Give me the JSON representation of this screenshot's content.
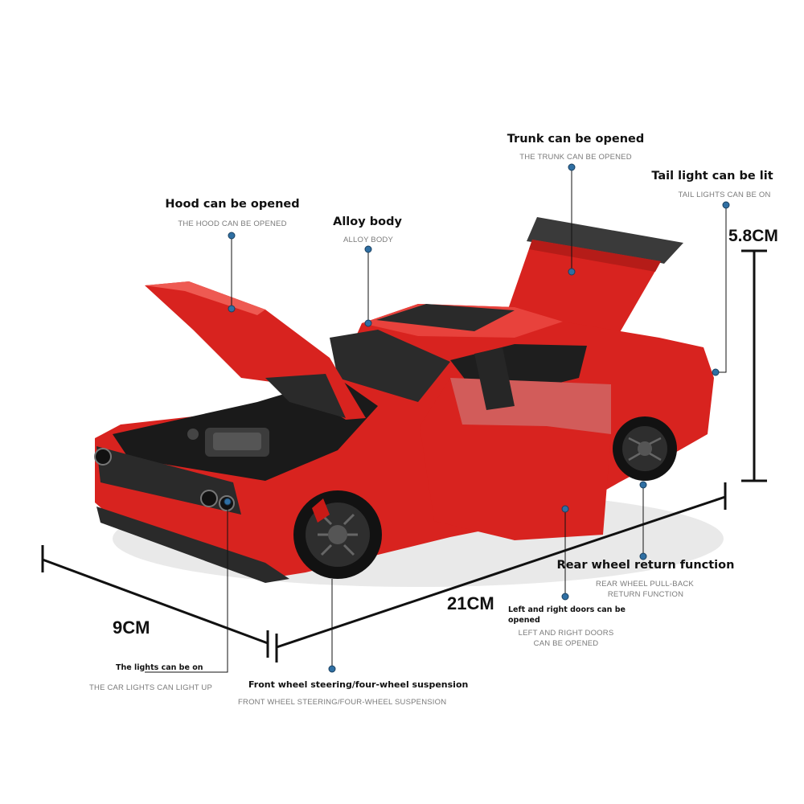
{
  "colors": {
    "car_body": "#d8231f",
    "dot": "#2f6fa3",
    "line": "#111111"
  },
  "callouts": {
    "trunk": {
      "title": "Trunk can be opened",
      "subtitle": "THE TRUNK CAN BE OPENED"
    },
    "tail_light": {
      "title": "Tail light can be lit",
      "subtitle": "TAIL LIGHTS CAN BE ON"
    },
    "hood": {
      "title": "Hood can be opened",
      "subtitle": "THE HOOD CAN BE OPENED"
    },
    "alloy": {
      "title": "Alloy body",
      "subtitle": "ALLOY BODY"
    },
    "rear_wheel": {
      "title": "Rear wheel return function",
      "subtitle_1": "REAR WHEEL PULL-BACK",
      "subtitle_2": "RETURN FUNCTION"
    },
    "doors": {
      "title_1": "Left and right doors can be",
      "title_2": "opened",
      "subtitle_1": "LEFT AND RIGHT DOORS",
      "subtitle_2": "CAN BE OPENED"
    },
    "lights": {
      "title": "The lights can be on",
      "subtitle": "THE CAR LIGHTS CAN LIGHT UP"
    },
    "front_wheel": {
      "title": "Front wheel steering/four-wheel suspension",
      "subtitle": "FRONT WHEEL STEERING/FOUR-WHEEL SUSPENSION"
    }
  },
  "dimensions": {
    "height": "5.8CM",
    "length": "21CM",
    "width": "9CM"
  }
}
